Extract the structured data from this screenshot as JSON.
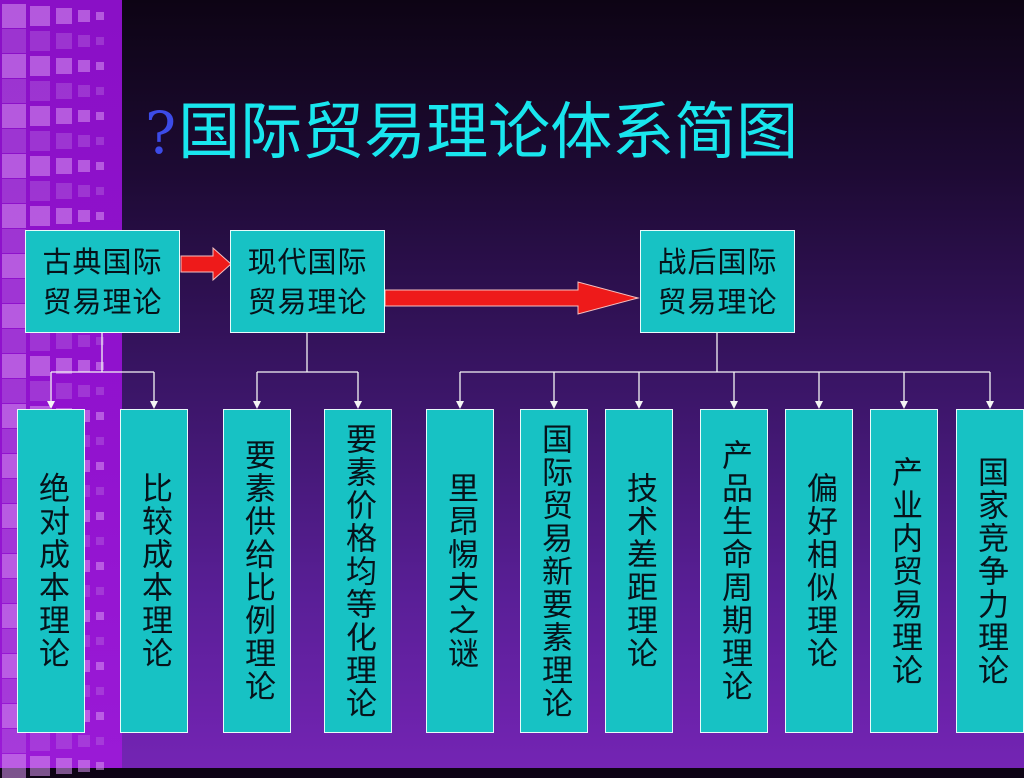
{
  "title": {
    "prefix": "?",
    "text": "国际贸易理论体系简图"
  },
  "top_nodes": [
    {
      "id": "classical",
      "label": "古典国际\n贸易理论"
    },
    {
      "id": "modern",
      "label": "现代国际\n贸易理论"
    },
    {
      "id": "postwar",
      "label": "战后国际\n贸易理论"
    }
  ],
  "leaf_nodes": [
    {
      "parent": "classical",
      "label": "绝对成本理论"
    },
    {
      "parent": "classical",
      "label": "比较成本理论"
    },
    {
      "parent": "modern",
      "label": "要素供给比例理论"
    },
    {
      "parent": "modern",
      "label": "要素价格均等化理论"
    },
    {
      "parent": "postwar",
      "label": "里昂惕夫之谜"
    },
    {
      "parent": "postwar",
      "label": "国际贸易新要素理论"
    },
    {
      "parent": "postwar",
      "label": "技术差距理论"
    },
    {
      "parent": "postwar",
      "label": "产品生命周期理论"
    },
    {
      "parent": "postwar",
      "label": "偏好相似理论"
    },
    {
      "parent": "postwar",
      "label": "产业内贸易理论"
    },
    {
      "parent": "postwar",
      "label": "国家竞争力理论"
    }
  ],
  "colors": {
    "box_fill": "#17c2c4",
    "title_text": "#19e6ee",
    "arrow_fill": "#ee1a1a"
  }
}
